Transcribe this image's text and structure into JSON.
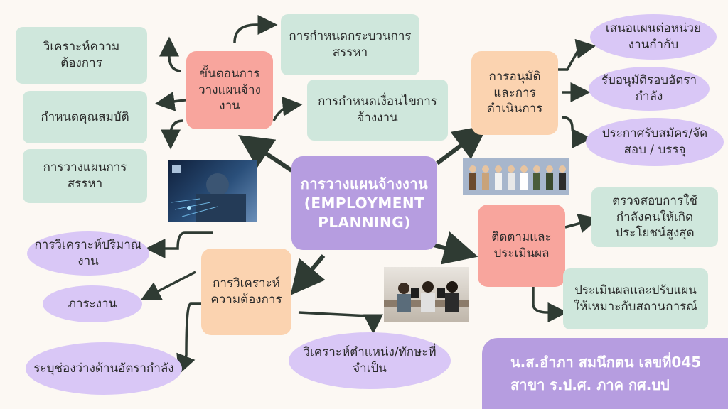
{
  "center": "การวางแผนจ้างงาน(EMPLOYMENT PLANNING)",
  "planning": {
    "title": "ขั้นตอนการวางแผนจ้างงาน",
    "items": [
      "วิเคราะห์ความต้องการ",
      "กำหนดคุณสมบัติ",
      "การวางแผนการสรรหา",
      "การกำหนดกระบวนการสรรหา",
      "การกำหนดเงื่อนไขการจ้างงาน"
    ]
  },
  "approval": {
    "title": "การอนุมัติและการดำเนินการ",
    "items": [
      "เสนอแผนต่อหน่วยงานกำกับ",
      "รับอนุมัติรอบอัตรากำลัง",
      "ประกาศรับสมัคร/จัดสอบ / บรรจุ"
    ]
  },
  "analysis": {
    "title": "การวิเคราะห์ความต้องการ",
    "items": [
      "การวิเคราะห์ปริมาณงาน",
      "ภาระงาน",
      "ระบุช่องว่างด้านอัตรากำลัง",
      "วิเคราะห์ตำแหน่ง/ทักษะที่จำเป็น"
    ]
  },
  "evaluation": {
    "title": "ติดตามและประเมินผล",
    "items": [
      "ตรวจสอบการใช้กำลังคนให้เกิดประโยชน์สูงสุด",
      "ประเมินผลและปรับแผนให้เหมาะกับสถานการณ์"
    ]
  },
  "author": {
    "line1": "น.ส.อำภา สมนึกตน เลขที่045",
    "line2": "สาขา ร.ป.ศ. ภาค กศ.บป"
  }
}
